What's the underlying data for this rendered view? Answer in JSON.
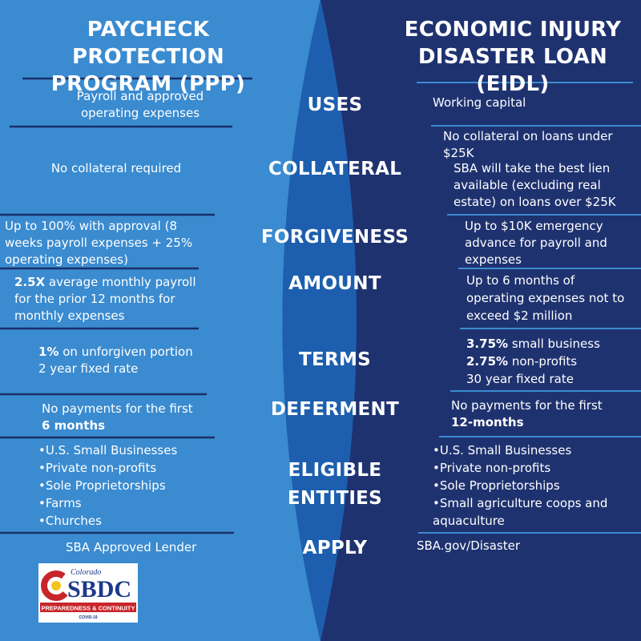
{
  "colors": {
    "left_bg": "#3a8bd0",
    "right_bg": "#1f3270",
    "center_bg": "#1d5fae",
    "divider": "#1a2f6b",
    "text": "#ffffff",
    "logo_red": "#c8262a",
    "logo_blue": "#1d3a8a",
    "logo_yellow": "#f4c21c"
  },
  "ppp": {
    "title_line1": "PAYCHECK PROTECTION",
    "title_line2": "PROGRAM (PPP)",
    "uses": "Payroll and approved operating expenses",
    "collateral": "No collateral required",
    "forgiveness": "Up to 100% with approval (8 weeks payroll expenses + 25% operating expenses)",
    "amount_bold": "2.5X",
    "amount_rest": " average monthly payroll for the prior 12 months for monthly expenses",
    "terms_bold": "1%",
    "terms_rest": " on unforgiven portion",
    "terms_line2": "2 year fixed rate",
    "deferment_text": "No payments for the first",
    "deferment_bold": "6 months",
    "eligible": [
      "•U.S. Small Businesses",
      "•Private non-profits",
      "•Sole Proprietorships",
      "•Farms",
      "•Churches"
    ],
    "apply": "SBA Approved Lender"
  },
  "eidl": {
    "title_line1": "ECONOMIC INJURY",
    "title_line2": "DISASTER LOAN (EIDL)",
    "uses": "Working capital",
    "collateral_1": "No collateral on loans under $25K",
    "collateral_2": "SBA will take the best lien available (excluding real estate) on loans over $25K",
    "forgiveness": "Up to $10K emergency advance for payroll and expenses",
    "amount": "Up to 6 months of operating expenses not to exceed $2 million",
    "terms_1_bold": "3.75%",
    "terms_1_rest": " small business",
    "terms_2_bold": "2.75%",
    "terms_2_rest": " non-profits",
    "terms_3": "30 year fixed rate",
    "deferment_text": "No payments for the first",
    "deferment_bold": "12-months",
    "eligible": [
      "•U.S. Small Businesses",
      "•Private non-profits",
      "•Sole Proprietorships",
      "•Small agriculture coops and aquaculture"
    ],
    "apply": "SBA.gov/Disaster"
  },
  "categories": {
    "uses": "USES",
    "collateral": "COLLATERAL",
    "forgiveness": "FORGIVENESS",
    "amount": "AMOUNT",
    "terms": "TERMS",
    "deferment": "DEFERMENT",
    "eligible_1": "ELIGIBLE",
    "eligible_2": "ENTITIES",
    "apply": "APPLY"
  },
  "logo": {
    "script": "Colorado",
    "name": "SBDC",
    "tagline": "PREPAREDNESS & CONTINUITY",
    "sub": "COVID-19"
  }
}
